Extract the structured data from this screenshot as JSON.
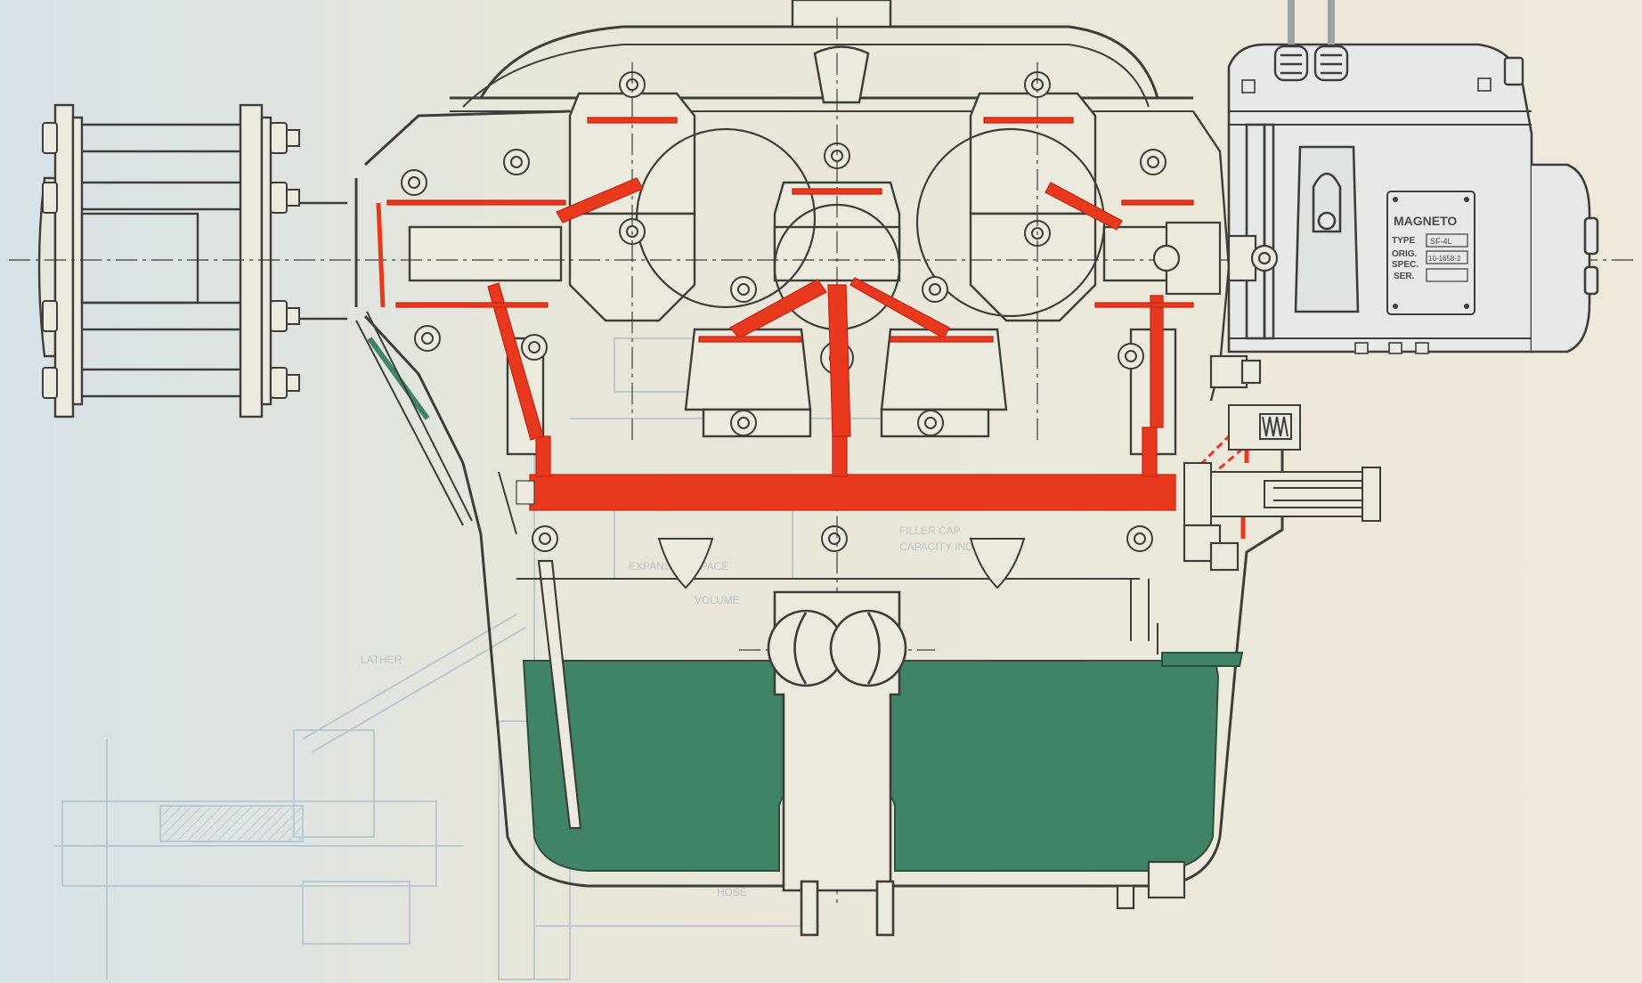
{
  "colors": {
    "paper": "#ece7d8",
    "paper_left": "#dde6ea",
    "ink": "#3e3d3a",
    "oil_pressure": "#e8391f",
    "oil_sump": "#3f8466",
    "ghost_lines": "#b6c5d2",
    "magneto_body": "#e6e9e8"
  },
  "ghost_labels": {
    "expansion_space": "EXPANSION SPACE",
    "volume": "VOLUME",
    "filler_cap": "FILLER CAP",
    "capacity_indicator": "CAPACITY INDICATOR",
    "lather": "LATHER",
    "hose": "HOSE"
  },
  "nameplate": {
    "title": "MAGNETO",
    "type_label": "TYPE",
    "type_value": "SF-4L",
    "orig_label": "ORIG.",
    "spec_label": "SPEC.",
    "spec_value": "10-1658-2",
    "ser_label": "SER.",
    "ser_value": ""
  },
  "icons": {
    "magneto": "magneto-icon",
    "crankshaft": "crankshaft-icon",
    "oil_gallery": "oil-gallery-icon",
    "oil_sump": "oil-sump-icon"
  }
}
